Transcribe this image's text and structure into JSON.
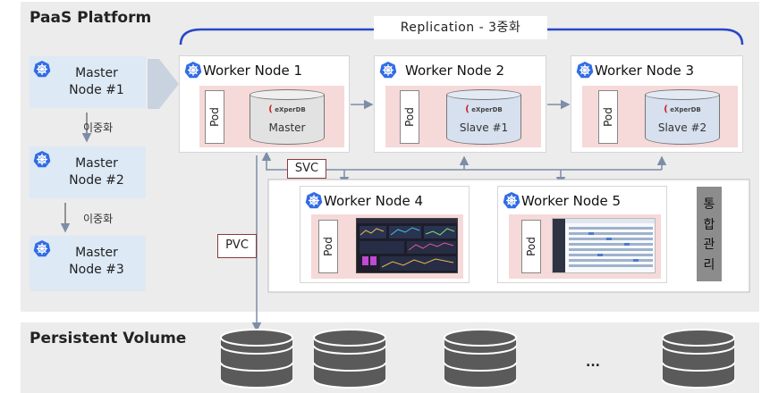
{
  "platform": {
    "title": "PaaS Platform",
    "replication_label": "Replication - 3중화"
  },
  "masters": [
    {
      "label": "Master\nNode #1"
    },
    {
      "label": "Master\nNode #2"
    },
    {
      "label": "Master\nNode #3"
    }
  ],
  "duplication_label": "이중화",
  "workers": [
    {
      "title": "Worker Node 1",
      "pod": "Pod",
      "db_brand": "eXperDB",
      "db_role": "Master"
    },
    {
      "title": "Worker Node 2",
      "pod": "Pod",
      "db_brand": "eXperDB",
      "db_role": "Slave #1"
    },
    {
      "title": "Worker Node 3",
      "pod": "Pod",
      "db_brand": "eXperDB",
      "db_role": "Slave #2"
    },
    {
      "title": "Worker Node 4",
      "pod": "Pod"
    },
    {
      "title": "Worker Node 5",
      "pod": "Pod"
    }
  ],
  "svc_label": "SVC",
  "pvc_label": "PVC",
  "integrated_mgmt": [
    "통",
    "합",
    "관",
    "리"
  ],
  "persistent_volume": {
    "title": "Persistent Volume",
    "ellipsis": "..."
  },
  "colors": {
    "blue_line": "#2a47c7",
    "k8s_blue": "#326ce5",
    "node_inner": "#f6d9d9",
    "master_bg": "#dde9f5",
    "connector": "#7d8da8",
    "disk": "#5a5a5a"
  }
}
